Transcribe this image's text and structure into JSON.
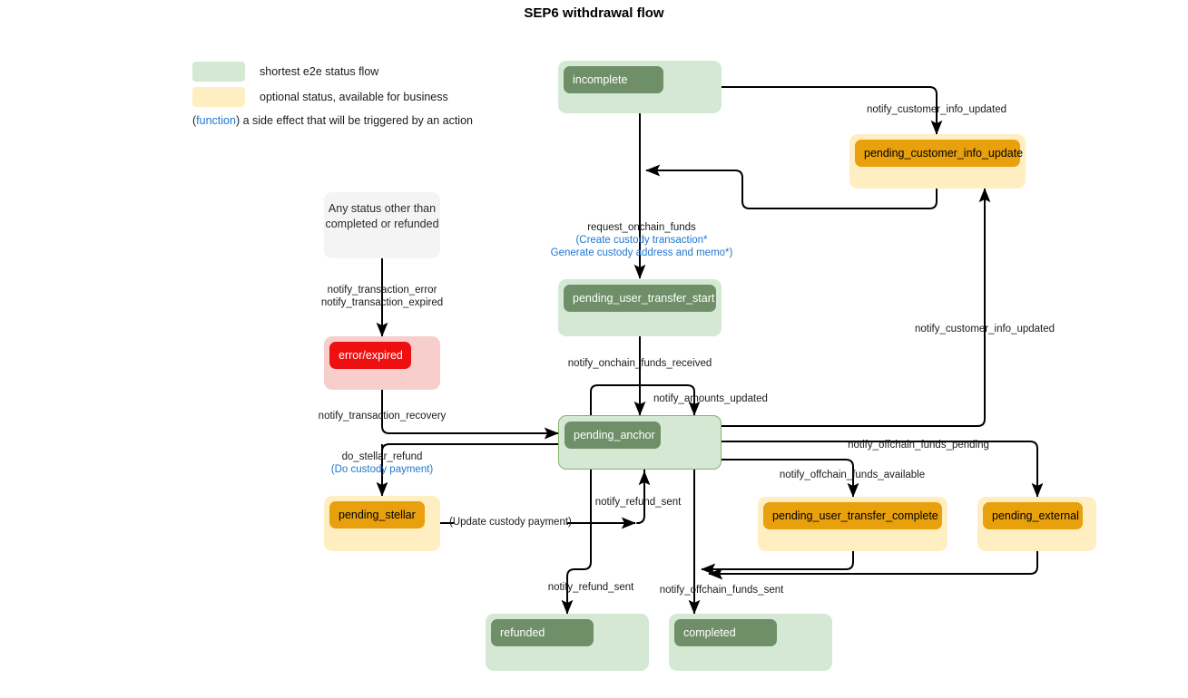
{
  "title": "SEP6 withdrawal flow",
  "colors": {
    "green_outer": "#d5e8d4",
    "green_inner": "#6f8f68",
    "green_border": "#82b366",
    "orange_outer": "#ffeec2",
    "orange_inner": "#e8a00c",
    "red_outer": "#f8cecc",
    "red_inner": "#ee1010",
    "grey_outer": "#f4f4f4",
    "function_blue": "#1f77d0",
    "edge": "#000000",
    "text": "#1a1a1a"
  },
  "legend": {
    "items": [
      {
        "swatch": "#d5e8d4",
        "label": "shortest e2e status flow"
      },
      {
        "swatch": "#ffeec2",
        "label": "optional status, available for business"
      }
    ],
    "function_note": {
      "open_paren": "(",
      "keyword": "function",
      "close_paren": ")",
      "text": " a side effect that will be triggered by an action"
    }
  },
  "nodes": {
    "incomplete": {
      "label": "incomplete"
    },
    "pending_customer_info_update": {
      "label": "pending_customer_info_update"
    },
    "any_status": {
      "label": "Any status other than\ncompleted or refunded"
    },
    "error_expired": {
      "label": "error/expired"
    },
    "pending_user_transfer_start": {
      "label": "pending_user_transfer_start"
    },
    "pending_anchor": {
      "label": "pending_anchor"
    },
    "pending_stellar": {
      "label": "pending_stellar"
    },
    "pending_user_transfer_complete": {
      "label": "pending_user_transfer_complete"
    },
    "pending_external": {
      "label": "pending_external"
    },
    "refunded": {
      "label": "refunded"
    },
    "completed": {
      "label": "completed"
    }
  },
  "edge_labels": {
    "notify_customer_info_updated_top": "notify_customer_info_updated",
    "notify_customer_info_updated_right": "notify_customer_info_updated",
    "request_onchain_funds": "request_onchain_funds",
    "request_onchain_funds_fn1": "(Create custody transaction*",
    "request_onchain_funds_fn2": "Generate custody address and memo*)",
    "notify_transaction_error": "notify_transaction_error",
    "notify_transaction_expired": "notify_transaction_expired",
    "notify_transaction_recovery": "notify_transaction_recovery",
    "do_stellar_refund": "do_stellar_refund",
    "do_stellar_refund_fn": "(Do custody payment)",
    "update_custody_payment_fn": "(Update custody payment)",
    "notify_onchain_funds_received": "notify_onchain_funds_received",
    "notify_amounts_updated": "notify_amounts_updated",
    "notify_refund_sent_loop": "notify_refund_sent",
    "notify_offchain_funds_pending": "notify_offchain_funds_pending",
    "notify_offchain_funds_available": "notify_offchain_funds_available",
    "notify_refund_sent_down": "notify_refund_sent",
    "notify_offchain_funds_sent": "notify_offchain_funds_sent"
  }
}
